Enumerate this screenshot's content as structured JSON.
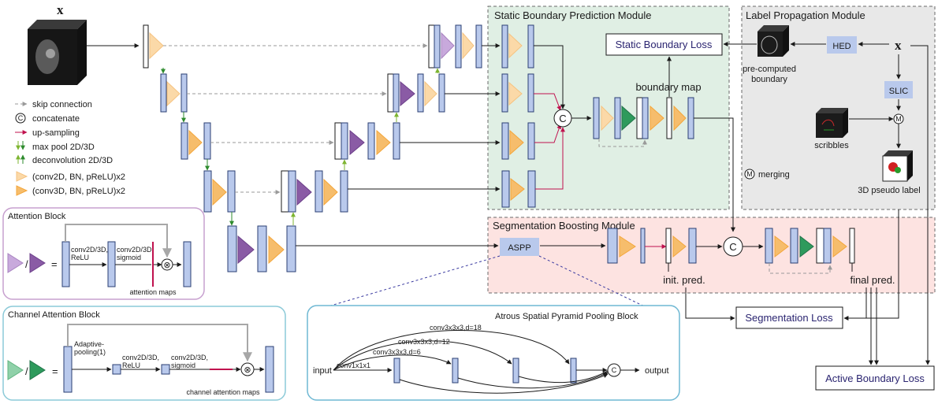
{
  "input_symbol": "x",
  "modules": {
    "static_boundary": "Static Boundary Prediction Module",
    "label_propagation": "Label Propagation Module",
    "segmentation_boosting": "Segmentation Boosting Module"
  },
  "legend": {
    "skip_connection": "skip connection",
    "concatenate": "concatenate",
    "up_sampling": "up-sampling",
    "max_pool": "max pool 2D/3D",
    "deconvolution": "deconvolution 2D/3D",
    "conv2d": "(conv2D, BN, pReLU)x2",
    "conv3d": "(conv3D, BN, pReLU)x2"
  },
  "symbols": {
    "concat": "C",
    "merge": "M",
    "multiply": "⊗",
    "equals": "=",
    "slash": "/"
  },
  "attention_block": {
    "title": "Attention Block",
    "op1": "conv2D/3D,",
    "op1b": "ReLU",
    "op2": "conv2D/3D,",
    "op2b": "sigmoid",
    "maps": "attention maps"
  },
  "channel_attention_block": {
    "title": "Channel Attention Block",
    "op0": "Adaptive-",
    "op0b": "pooling(1)",
    "op1": "conv2D/3D,",
    "op1b": "ReLU",
    "op2": "conv2D/3D,",
    "op2b": "sigmoid",
    "maps": "channel attention maps"
  },
  "aspp": {
    "title": "Atrous Spatial Pyramid Pooling Block",
    "label": "ASPP",
    "input": "input",
    "output": "output",
    "branches": [
      "conv1x1x1",
      "conv3x3x3,d=6",
      "conv3x3x3,d=12",
      "conv3x3x3,d=18"
    ]
  },
  "boundary": {
    "loss": "Static Boundary Loss",
    "map": "boundary map",
    "precomputed": "pre-computed",
    "precomputed_b": "boundary",
    "hed": "HED",
    "slic": "SLIC",
    "scribbles": "scribbles",
    "merging": "merging",
    "pseudo_label": "3D pseudo label"
  },
  "segmentation": {
    "init_pred": "init. pred.",
    "final_pred": "final pred.",
    "loss": "Segmentation Loss",
    "active_loss": "Active Boundary Loss"
  },
  "colors": {
    "block_fill": "#b9c9ec",
    "conv2d_orange": "#f6bd6c",
    "attention_purple": "#8a5ba5",
    "channel_green": "#2e9a5c",
    "upsample_red": "#c0114e",
    "static_module_bg": "#e0efe4",
    "label_module_bg": "#e8e8e8",
    "boost_module_bg": "#fde3e1",
    "attention_border": "#c7a0cf",
    "channel_border": "#8ccad8",
    "aspp_border": "#6fb8d3"
  }
}
